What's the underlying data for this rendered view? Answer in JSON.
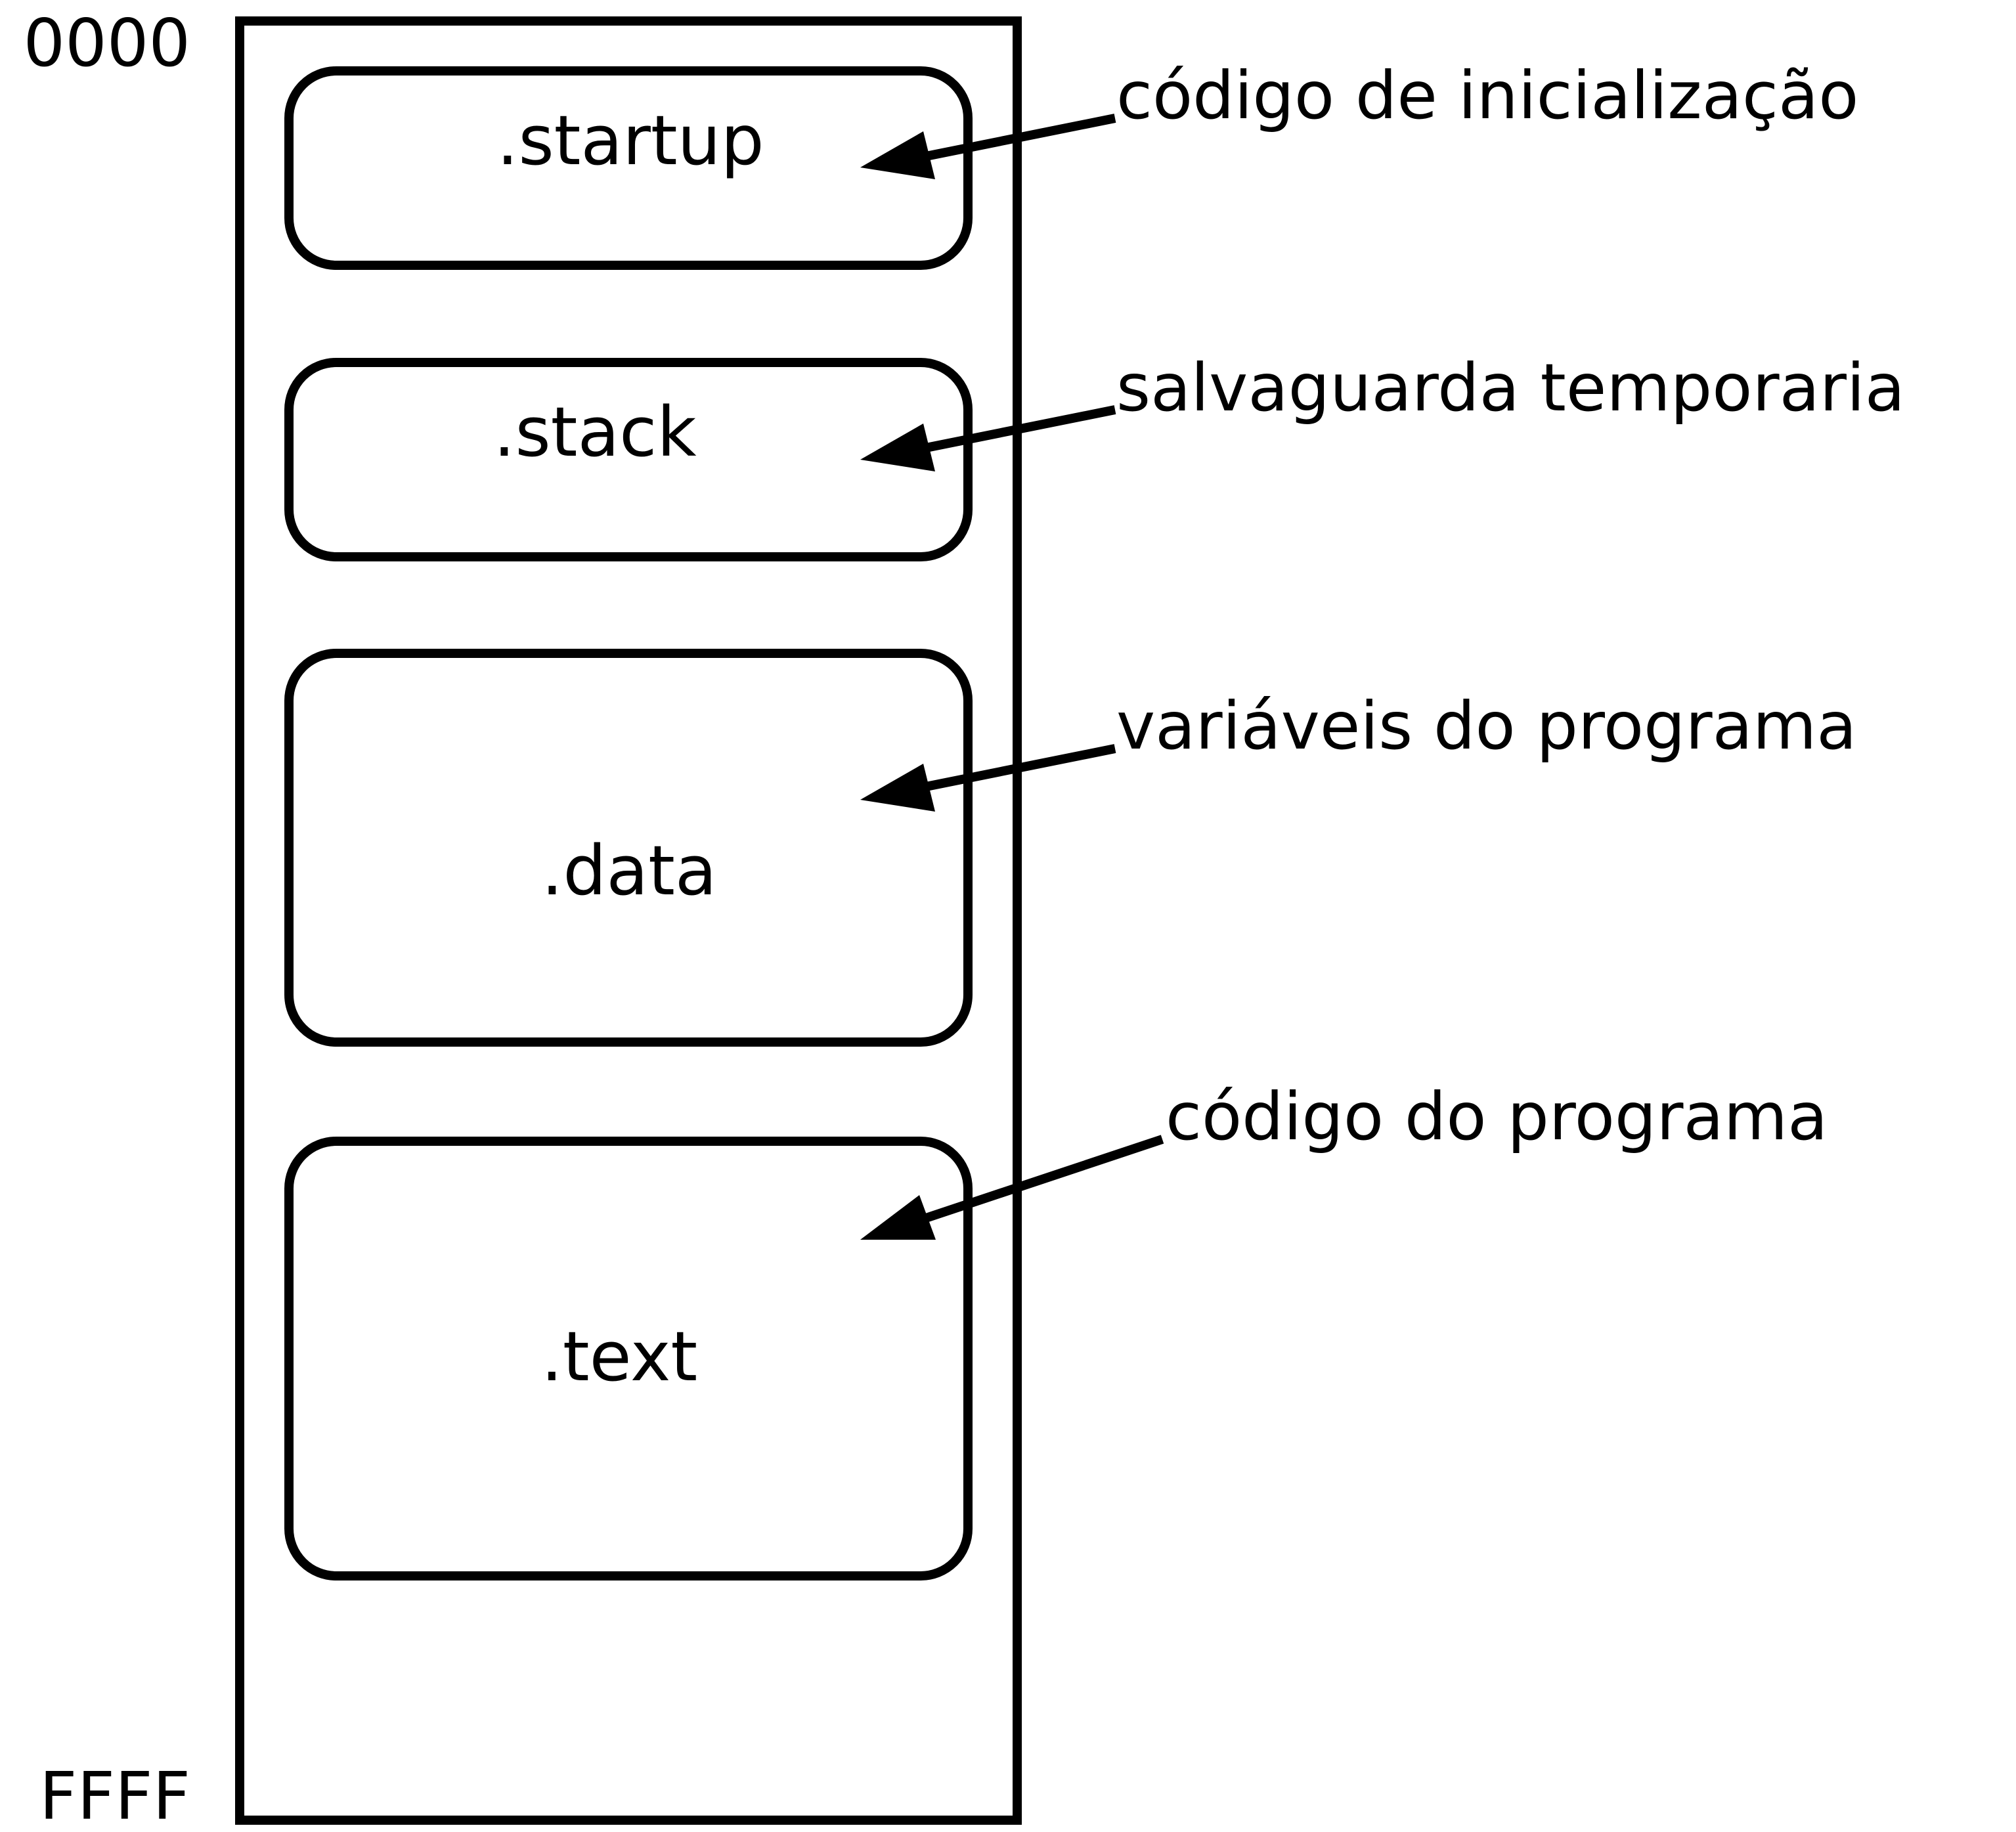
{
  "addresses": {
    "start": "0000",
    "end": "FFFF"
  },
  "segments": [
    {
      "name": ".startup",
      "description": "código de inicialização"
    },
    {
      "name": ".stack",
      "description": "salvaguarda temporaria"
    },
    {
      "name": ".data",
      "description": "variáveis do programa"
    },
    {
      "name": ".text",
      "description": "código do programa"
    }
  ],
  "colors": {
    "stroke": "#000000",
    "background": "#ffffff"
  }
}
